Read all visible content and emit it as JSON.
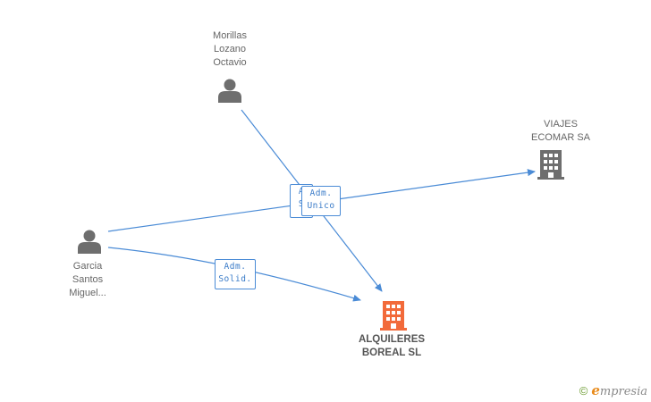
{
  "nodes": {
    "morillas": {
      "label": "Morillas\nLozano\nOctavio",
      "icon": "person-icon",
      "color": "#6e6e6e"
    },
    "garcia": {
      "label": "Garcia\nSantos\nMiguel...",
      "icon": "person-icon",
      "color": "#6e6e6e"
    },
    "viajes": {
      "label": "VIAJES\nECOMAR SA",
      "icon": "building-icon",
      "color": "#6e6e6e"
    },
    "alquileres": {
      "label": "ALQUILERES\nBOREAL SL",
      "icon": "building-icon",
      "color": "#f26a3a"
    }
  },
  "roles": {
    "hidden_left": {
      "line1": "A",
      "line2": "S"
    },
    "adm_unico": {
      "line1": "Adm.",
      "line2": "Unico"
    },
    "adm_solid": {
      "line1": "Adm.",
      "line2": "Solid."
    }
  },
  "edge_color": "#4a8bd6",
  "brand": {
    "copyright": "©",
    "name_initial": "e",
    "name_rest": "mpresia"
  }
}
